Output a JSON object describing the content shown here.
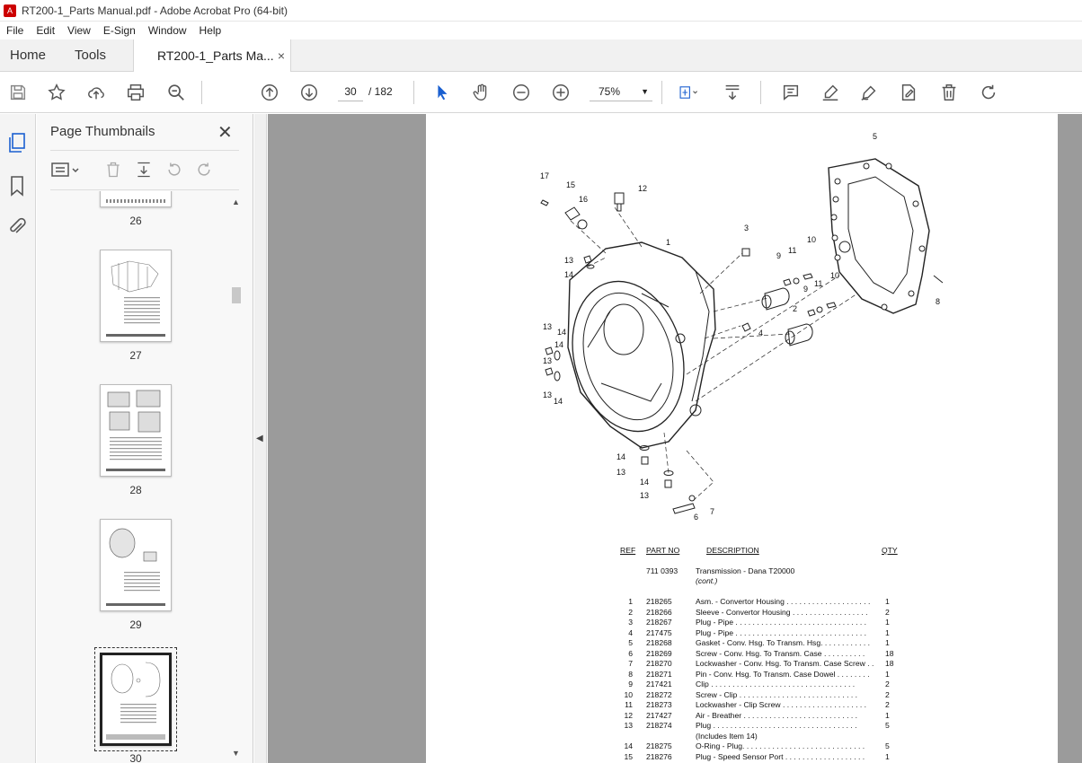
{
  "window": {
    "title": "RT200-1_Parts Manual.pdf - Adobe Acrobat Pro (64-bit)"
  },
  "menu": [
    "File",
    "Edit",
    "View",
    "E-Sign",
    "Window",
    "Help"
  ],
  "tabs": {
    "home": "Home",
    "tools": "Tools",
    "document": "RT200-1_Parts Ma...",
    "close": "×"
  },
  "toolbar": {
    "page_current": "30",
    "page_total": "/ 182",
    "zoom": "75%"
  },
  "panel": {
    "title": "Page Thumbnails",
    "thumbnails": [
      {
        "label": "26"
      },
      {
        "label": "27"
      },
      {
        "label": "28"
      },
      {
        "label": "29"
      },
      {
        "label": "30",
        "selected": true
      }
    ]
  },
  "diagram": {
    "callouts": [
      "17",
      "15",
      "16",
      "12",
      "5",
      "1",
      "3",
      "13",
      "14",
      "11",
      "10",
      "9",
      "10",
      "11",
      "9",
      "2",
      "8",
      "4",
      "13",
      "14",
      "13",
      "14",
      "14",
      "13",
      "14",
      "13",
      "7",
      "6"
    ]
  },
  "parts_table": {
    "headers": {
      "ref": "REF",
      "part": "PART NO",
      "desc": "DESCRIPTION",
      "qty": "QTY"
    },
    "assembly": {
      "part": "711 0393",
      "desc": "Transmission - Dana T20000",
      "note": "(cont.)"
    },
    "rows": [
      {
        "ref": "1",
        "part": "218265",
        "desc": "Asm. - Convertor Housing . . . . . . . . . . . . . . . . . . . .",
        "qty": "1"
      },
      {
        "ref": "2",
        "part": "218266",
        "desc": "Sleeve - Convertor Housing . . . . . . . . . . . . . . . . . .",
        "qty": "2"
      },
      {
        "ref": "3",
        "part": "218267",
        "desc": "Plug - Pipe . . . . . . . . . . . . . . . . . . . . . . . . . . . . . . .",
        "qty": "1"
      },
      {
        "ref": "4",
        "part": "217475",
        "desc": "Plug - Pipe . . . . . . . . . . . . . . . . . . . . . . . . . . . . . . .",
        "qty": "1"
      },
      {
        "ref": "5",
        "part": "218268",
        "desc": "Gasket - Conv. Hsg. To Transm. Hsg. . . . . . . . . . . .",
        "qty": "1"
      },
      {
        "ref": "6",
        "part": "218269",
        "desc": "Screw - Conv. Hsg. To Transm. Case . . . . . . . . . .",
        "qty": "18"
      },
      {
        "ref": "7",
        "part": "218270",
        "desc": "Lockwasher - Conv. Hsg. To Transm. Case Screw . .",
        "qty": "18"
      },
      {
        "ref": "8",
        "part": "218271",
        "desc": "Pin - Conv. Hsg. To Transm. Case Dowel . . . . . . . .",
        "qty": "1"
      },
      {
        "ref": "9",
        "part": "217421",
        "desc": "Clip . . . . . . . . . . . . . . . . . . . . . . . . . . . . . . . . . .",
        "qty": "2"
      },
      {
        "ref": "10",
        "part": "218272",
        "desc": "Screw - Clip . . . . . . . . . . . . . . . . . . . . . . . . . . . .",
        "qty": "2"
      },
      {
        "ref": "11",
        "part": "218273",
        "desc": "Lockwasher - Clip Screw . . . . . . . . . . . . . . . . . . . .",
        "qty": "2"
      },
      {
        "ref": "12",
        "part": "217427",
        "desc": "Air - Breather . . . . . . . . . . . . . . . . . . . . . . . . . . .",
        "qty": "1"
      },
      {
        "ref": "13",
        "part": "218274",
        "desc": "Plug . . . . . . . . . . . . . . . . . . . . . . . . . . . . . . . . . .",
        "qty": "5"
      },
      {
        "ref": "",
        "part": "",
        "desc": "(Includes Item 14)",
        "qty": ""
      },
      {
        "ref": "14",
        "part": "218275",
        "desc": "O-Ring - Plug. . . . . . . . . . . . . . . . . . . . . . . . . . . . .",
        "qty": "5"
      },
      {
        "ref": "15",
        "part": "218276",
        "desc": "Plug - Speed Sensor Port . . . . . . . . . . . . . . . . . . .",
        "qty": "1"
      }
    ]
  }
}
